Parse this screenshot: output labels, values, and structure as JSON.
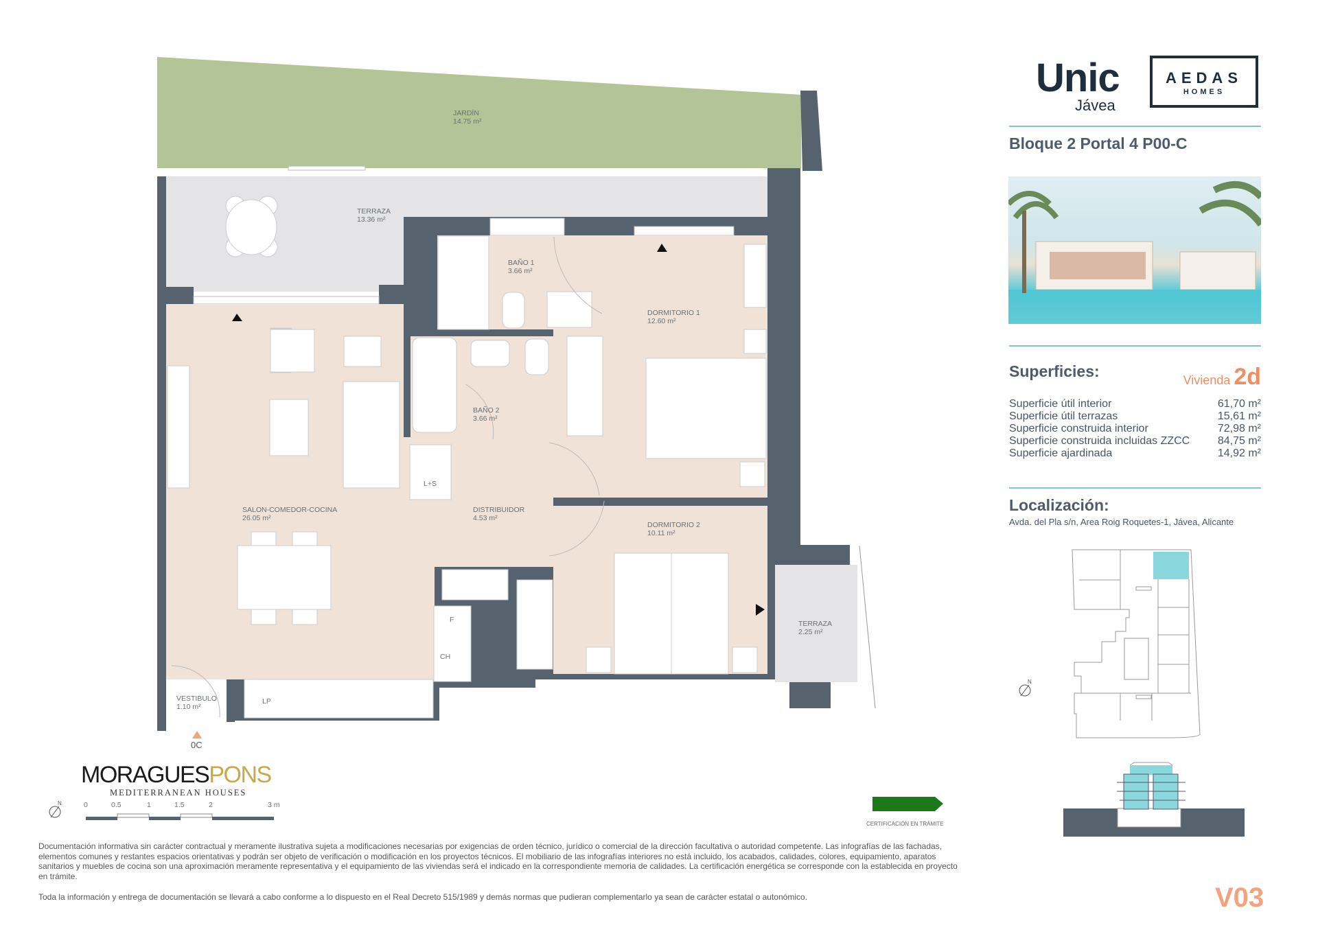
{
  "brand": {
    "name": "Unic",
    "location": "Jávea",
    "developer": "AEDAS",
    "developer_sub": "HOMES"
  },
  "unit_title": "Bloque 2 Portal 4 P00-C",
  "surfaces": {
    "heading": "Superficies:",
    "type_label": "Vivienda",
    "type_value": "2d",
    "rows": [
      {
        "label": "Superficie útil interior",
        "value": "61,70",
        "unit": "m²"
      },
      {
        "label": "Superficie útil terrazas",
        "value": "15,61",
        "unit": "m²"
      },
      {
        "label": "Superficie construida interior",
        "value": "72,98",
        "unit": "m²"
      },
      {
        "label": "Superficie construida incluidas ZZCC",
        "value": "84,75",
        "unit": "m²"
      },
      {
        "label": "Superficie ajardinada",
        "value": "14,92",
        "unit": "m²"
      }
    ]
  },
  "location": {
    "heading": "Localización:",
    "address": "Avda. del Pla s/n, Area Roig Roquetes-1, Jávea, Alicante"
  },
  "rooms": {
    "jardin": {
      "name": "JARDÍN",
      "area": "14.75 m²"
    },
    "terraza1": {
      "name": "TERRAZA",
      "area": "13.36 m²"
    },
    "bano1": {
      "name": "BAÑO 1",
      "area": "3.66 m²"
    },
    "dorm1": {
      "name": "DORMITORIO 1",
      "area": "12.60 m²"
    },
    "bano2": {
      "name": "BAÑO 2",
      "area": "3.66 m²"
    },
    "salon": {
      "name": "SALON-COMEDOR-COCINA",
      "area": "26.05 m²"
    },
    "distribuidor": {
      "name": "DISTRIBUIDOR",
      "area": "4.53 m²"
    },
    "dorm2": {
      "name": "DORMITORIO 2",
      "area": "10.11 m²"
    },
    "terraza2": {
      "name": "TERRAZA",
      "area": "2.25 m²"
    },
    "vestibulo": {
      "name": "VESTIBULO",
      "area": "1.10 m²"
    }
  },
  "fixtures": {
    "ls": "L+S",
    "f": "F",
    "ch": "CH",
    "lp": "LP"
  },
  "entrance_label": "0C",
  "architect": {
    "name_a": "MORAGUES",
    "name_b": "PONS",
    "tagline": "MEDITERRANEAN HOUSES"
  },
  "scale": {
    "ticks": [
      "0",
      "0.5",
      "1",
      "1.5",
      "2",
      "3 m"
    ]
  },
  "certification": "CERTIFICACIÓN EN TRÁMITE",
  "disclaimer": "Documentación informativa sin carácter contractual y meramente ilustrativa sujeta a modificaciones necesarias por exigencias de orden técnico, jurídico o comercial de la dirección facultativa o autoridad competente. Las infografías de las fachadas, elementos comunes y restantes espacios orientativas y podrán ser objeto de verificación o modificación en los proyectos técnicos. El mobiliario de las infografías interiores no está incluido, los acabados, calidades, colores, equipamiento, aparatos sanitarios y muebles de cocina son una aproximación meramente representativa y el equipamiento de las viviendas será el indicado en la correspondiente memoria de calidades. La certificación energética se corresponde con la establecida en proyecto en trámite.",
  "disclaimer2": "Toda la información y entrega de documentación se llevará a cabo conforme a lo dispuesto en el Real Decreto 515/1989 y demás normas que pudieran complementarlo ya sean de carácter estatal o autonómico.",
  "version": "V03",
  "colors": {
    "wall": "#56636f",
    "room": "#f0e2d7",
    "garden": "#b3c496",
    "terrace": "#e4e4e6",
    "accent": "#7fc6cc",
    "orange": "#ee8e63",
    "highlight": "#8ad7de"
  }
}
